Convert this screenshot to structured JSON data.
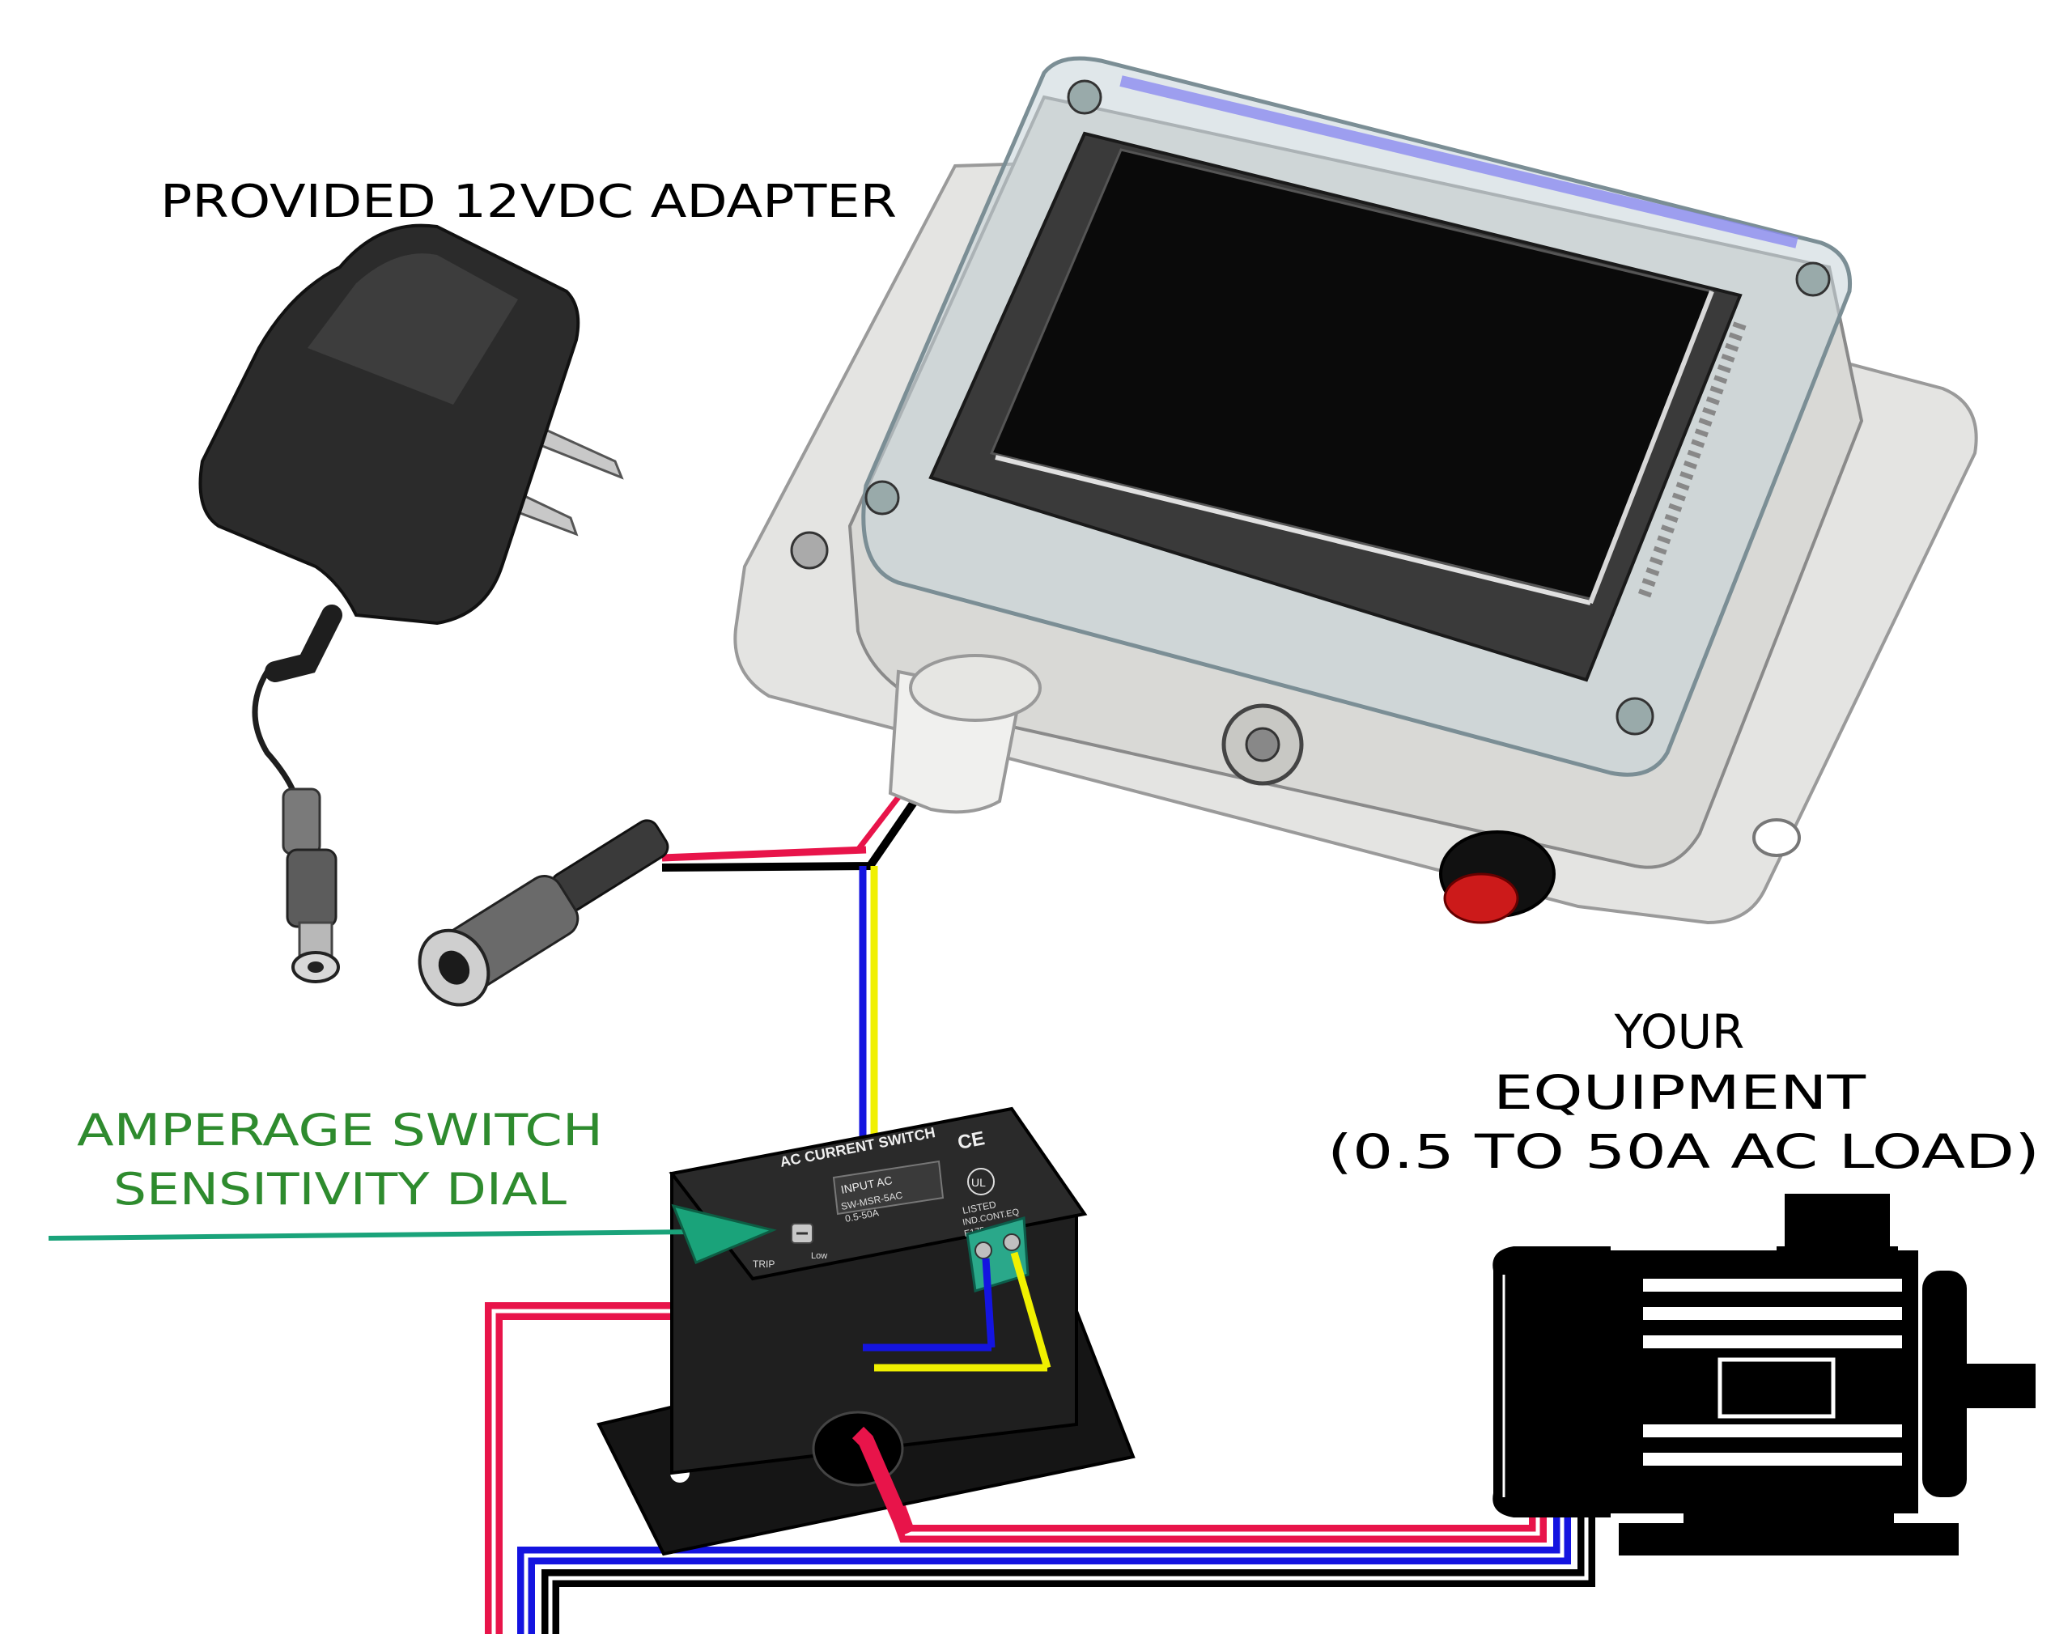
{
  "labels": {
    "adapter": "PROVIDED 12VDC ADAPTER",
    "equipment_line1": "YOUR",
    "equipment_line2": "EQUIPMENT",
    "equipment_line3": "(0.5 TO 50A AC LOAD)",
    "sensitivity_line1": "AMPERAGE SWITCH",
    "sensitivity_line2": "SENSITIVITY DIAL"
  },
  "device_text": {
    "switch_title": "AC CURRENT SWITCH",
    "switch_input": "INPUT AC",
    "switch_model": "SW-MSR-5AC",
    "switch_rating": "0.5-50A",
    "ce_mark": "CE",
    "ul_mark": "UL",
    "listed": "LISTED",
    "listed_sub": "IND.CONT.EQ",
    "listed_id": "E175",
    "dial_label": "TRIP",
    "dial_label2": "Low"
  },
  "colors": {
    "background": "#ffffff",
    "label_text": "#000000",
    "sensitivity_text": "#2e8b2e",
    "arrow": "#1aa37a",
    "wire_red": "#e8144a",
    "wire_blue": "#1414e0",
    "wire_yellow": "#f0f000",
    "wire_black": "#000000",
    "terminal_green": "#2aa88a"
  }
}
